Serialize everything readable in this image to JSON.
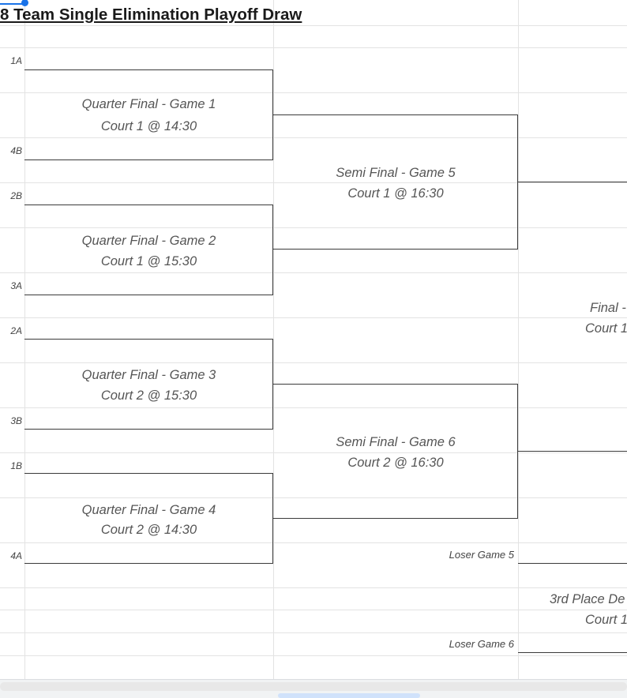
{
  "sheet": {
    "title": "8 Team Single Elimination Playoff Draw"
  },
  "seeds": [
    "1A",
    "4B",
    "2B",
    "3A",
    "2A",
    "3B",
    "1B",
    "4A"
  ],
  "quarter_finals": [
    {
      "name": "Quarter Final - Game 1",
      "court": "Court 1 @ 14:30"
    },
    {
      "name": "Quarter Final - Game 2",
      "court": "Court 1 @ 15:30"
    },
    {
      "name": "Quarter Final - Game 3",
      "court": "Court 2 @ 15:30"
    },
    {
      "name": "Quarter Final - Game 4",
      "court": "Court 2 @ 14:30"
    }
  ],
  "semi_finals": [
    {
      "name": "Semi Final - Game 5",
      "court": "Court 1 @ 16:30"
    },
    {
      "name": "Semi Final - Game 6",
      "court": "Court 2 @ 16:30"
    }
  ],
  "final": {
    "name_visible": "Final -",
    "court_visible": "Court 1"
  },
  "third_place": {
    "name_visible": "3rd Place De",
    "court_visible": "Court 1",
    "loser_a": "Loser Game 5",
    "loser_b": "Loser Game 6"
  }
}
